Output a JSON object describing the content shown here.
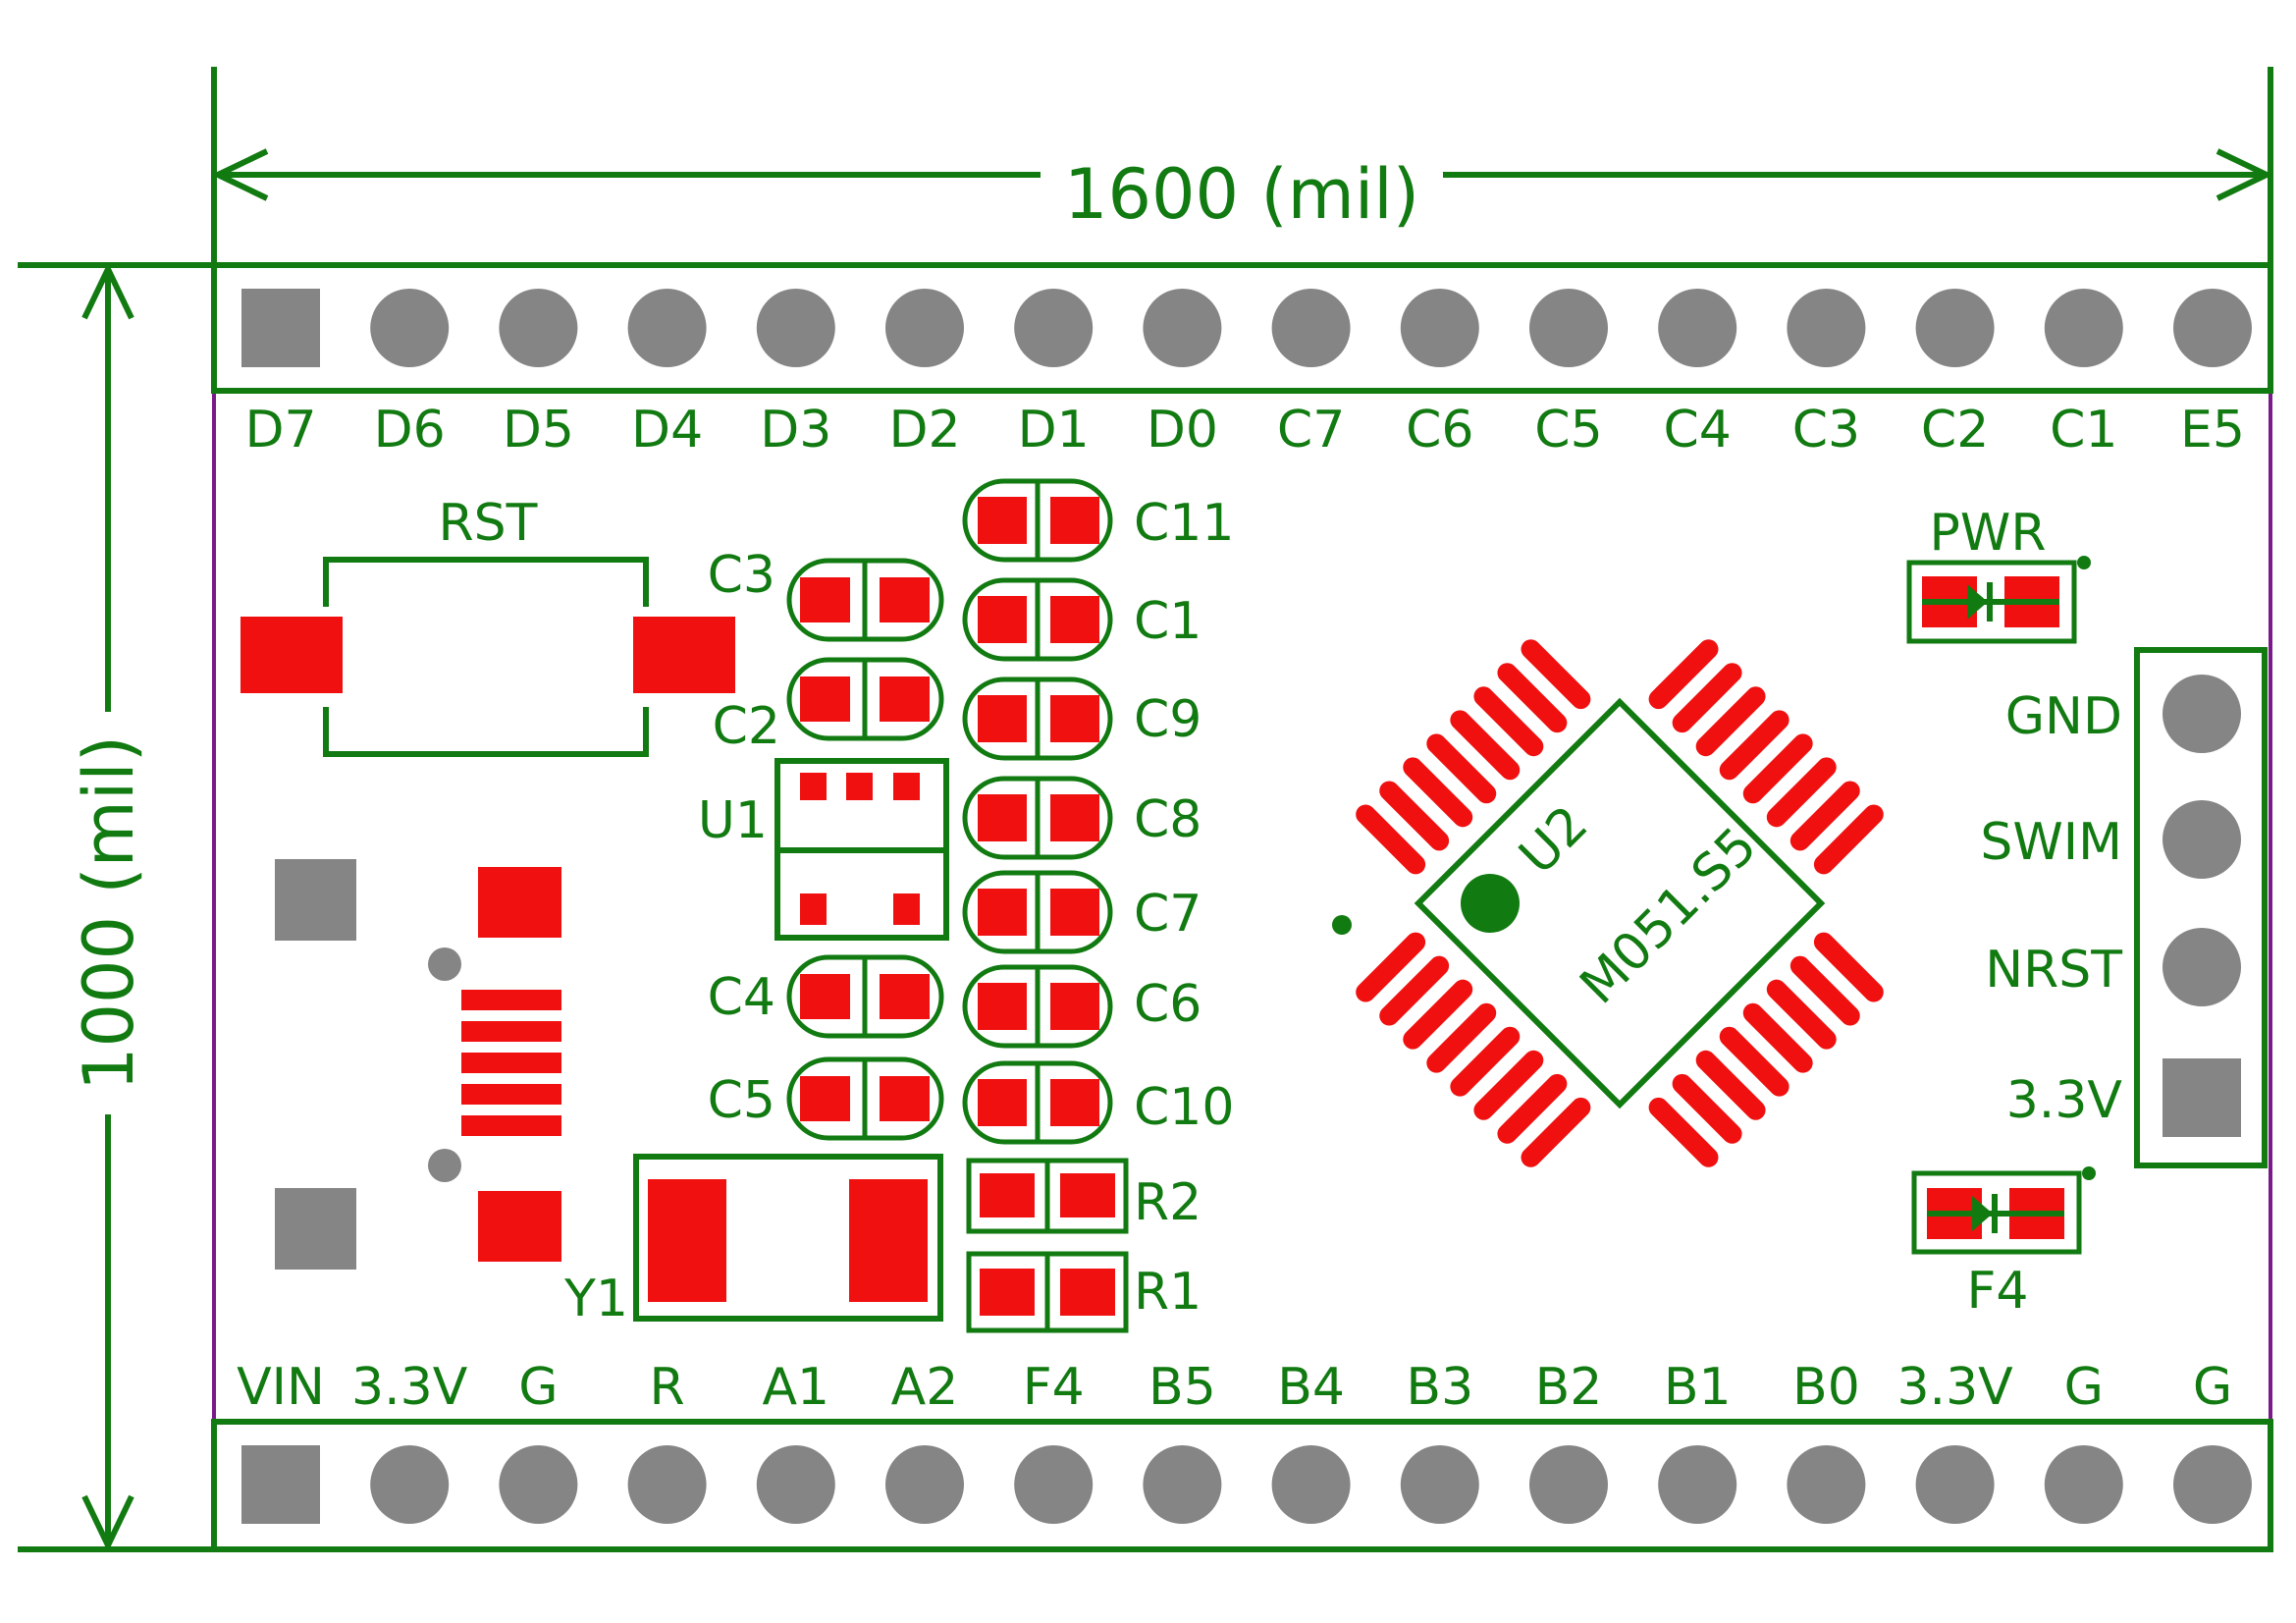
{
  "dimensions": {
    "width_label": "1600 (mil)",
    "height_label": "1000 (mil)"
  },
  "top_header": {
    "labels": [
      "D7",
      "D6",
      "D5",
      "D4",
      "D3",
      "D2",
      "D1",
      "D0",
      "C7",
      "C6",
      "C5",
      "C4",
      "C3",
      "C2",
      "C1",
      "E5"
    ],
    "square_pin_index": 0
  },
  "bottom_header": {
    "labels": [
      "VIN",
      "3.3V",
      "G",
      "R",
      "A1",
      "A2",
      "F4",
      "B5",
      "B4",
      "B3",
      "B2",
      "B1",
      "B0",
      "3.3V",
      "G",
      "G"
    ],
    "square_pin_index": 0
  },
  "swim_header": {
    "labels": [
      "GND",
      "SWIM",
      "NRST",
      "3.3V"
    ],
    "square_pin_index": 3
  },
  "components": {
    "reset_button": "RST",
    "regulator": "U1",
    "crystal": "Y1",
    "mcu_ref": "U2",
    "mcu_part": "M051.S5",
    "led_power": "PWR",
    "led_f4": "F4",
    "left_caps": [
      "C3",
      "C2",
      "C4",
      "C5"
    ],
    "right_caps": [
      "C11",
      "C1",
      "C9",
      "C8",
      "C7",
      "C6",
      "C10"
    ],
    "resistors": [
      "R2",
      "R1"
    ]
  },
  "colors": {
    "silkscreen": "#117a11",
    "smd_pad": "#f01010",
    "through_hole": "#858585",
    "board_edge": "#7a1a8a"
  }
}
